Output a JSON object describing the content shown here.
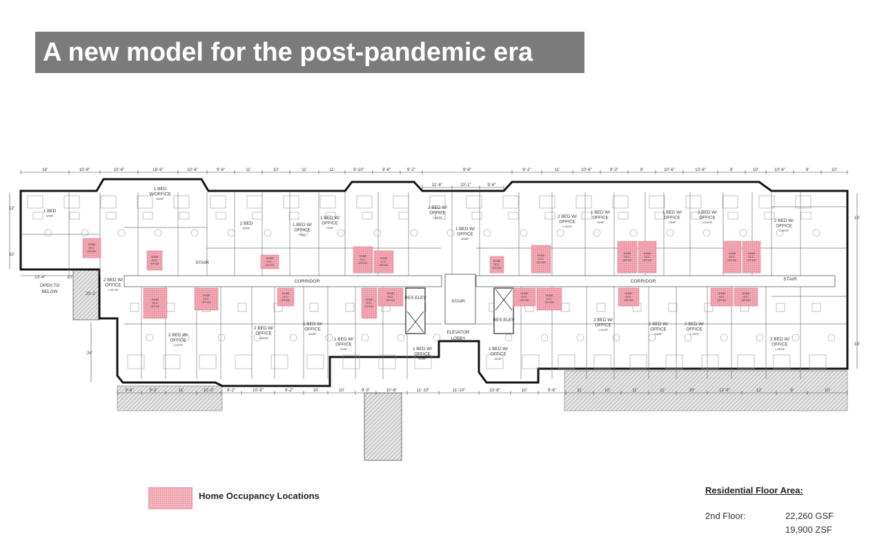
{
  "title": "A new model for the post-pandemic era",
  "legend": {
    "label": "Home Occupancy Locations",
    "swatch_color": "#f4b6c0"
  },
  "floor_area": {
    "heading": "Residential Floor Area:",
    "floor_label": "2nd Floor:",
    "gsf": "22,260 GSF",
    "zsf": "19,900 ZSF"
  },
  "plan": {
    "top_dimensions": [
      "18'",
      "10'-6\"",
      "10'-6\"",
      "18'-6\"",
      "10'-6\"",
      "9'-6\"",
      "11'",
      "10'",
      "11'",
      "11'",
      "9'-10\"",
      "9'-6\"",
      "9'-2\"",
      "9'-6\"",
      "9'-2\"",
      "11'",
      "10'-6\"",
      "9'-3\"",
      "9'",
      "10'-6\"",
      "10'-6\"",
      "9'",
      "10'",
      "10'-6\"",
      "9'",
      "10'"
    ],
    "upper_mid_dimensions": [
      "11'-6\"",
      "10'-1\"",
      "9'-6\""
    ],
    "bottom_dimensions": [
      "9'-6\"",
      "9'-2\"",
      "11'",
      "10'-2\"",
      "9'-2\"",
      "10'-9\"",
      "9'-2\"",
      "10'",
      "10'",
      "9'-3\"",
      "10'-6\"",
      "11'-10\"",
      "11'-10\"",
      "10'-6\"",
      "10'",
      "9'-6\"",
      "11'",
      "10'",
      "11'",
      "11'",
      "10'",
      "12'-9\"",
      "12'",
      "9'",
      "10'"
    ],
    "left_dimensions": [
      "12'",
      "10'",
      "13'-4\"",
      "10'",
      "20'-2\"",
      "24'"
    ],
    "right_dimensions": [
      "19'",
      "19'"
    ],
    "open_to_below": "OPEN TO BELOW",
    "corridor_label": "CORRIDOR",
    "stair_label": "STAIR",
    "elevator_lobby": "ELEVATOR LOBBY",
    "res_elev": "RES ELEV",
    "units": [
      {
        "name": "1 BED",
        "area": "625SF"
      },
      {
        "name": "1 BED W/OFFICE",
        "area": "690SF"
      },
      {
        "name": "2 BED",
        "area": "950SF"
      },
      {
        "name": "1 BED W/ OFFICE",
        "area": "765SF"
      },
      {
        "name": "1 BED W/ OFFICE",
        "area": "740SF"
      },
      {
        "name": "2 BED W/ OFFICE",
        "area": "1,060SF"
      },
      {
        "name": "1 BED W/ OFFICE",
        "area": "655SF"
      },
      {
        "name": "2 BED W/ OFFICE",
        "area": "1,100SF"
      },
      {
        "name": "1 BED W/ OFFICE",
        "area": "760SF"
      },
      {
        "name": "1 BED W/ OFFICE",
        "area": "755SF"
      },
      {
        "name": "2 BED W/ OFFICE",
        "area": "1,010SF"
      },
      {
        "name": "2 BED W/ OFFICE",
        "area": "1,150SF"
      },
      {
        "name": "2 BED W/ OFFICE",
        "area": "1,050 SF"
      },
      {
        "name": "2 BED W/ OFFICE",
        "area": "1,020SF"
      },
      {
        "name": "2 BED W/ OFFICE",
        "area": "1,060SF"
      },
      {
        "name": "1 BED W/ OFFICE",
        "area": "640SF"
      },
      {
        "name": "1 BED W/ OFFICE",
        "area": "740SF"
      },
      {
        "name": "1 BED W/ OFFICE",
        "area": "615SF"
      },
      {
        "name": "1 BED W/ OFFICE",
        "area": "615SF"
      },
      {
        "name": "2 BED W/ OFFICE",
        "area": "1,010SF"
      },
      {
        "name": "1 BED W/ OFFICE",
        "area": "695SF"
      },
      {
        "name": "2 BED W/ OFFICE",
        "area": "1,110SF"
      },
      {
        "name": "2 BED W/ OFFICE",
        "area": "1,150SF"
      }
    ],
    "office_label": "HOME OCC. OFFICE"
  }
}
